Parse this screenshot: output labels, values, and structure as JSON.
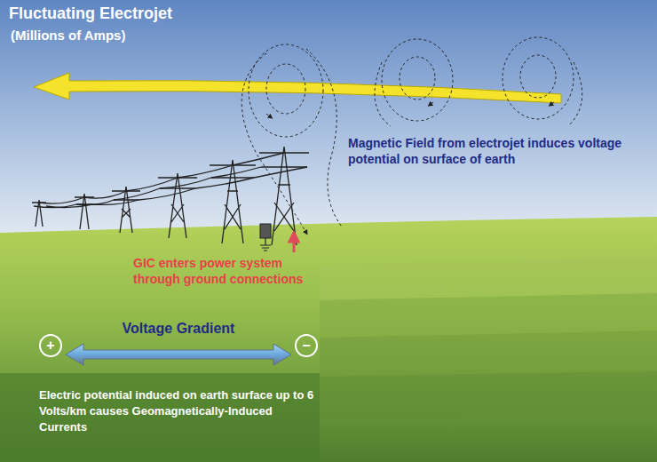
{
  "diagram": {
    "title": "Fluctuating Electrojet",
    "nodes": [
      {
        "text": [
          "+"
        ]
      },
      {
        "text": [
          "−"
        ]
      }
    ],
    "edges": [
      {
        "from": 0,
        "to": 1,
        "arrow": "both",
        "label": "Voltage Gradient"
      }
    ],
    "labels": [
      "(Millions of Amps)",
      "Magnetic Field from electrojet induces voltage potential on surface of earth",
      "GIC enters power system through ground connections",
      "Electric potential induced on earth surface up to 6 Volts/km causes Geomagnetically-Induced Currents"
    ]
  }
}
